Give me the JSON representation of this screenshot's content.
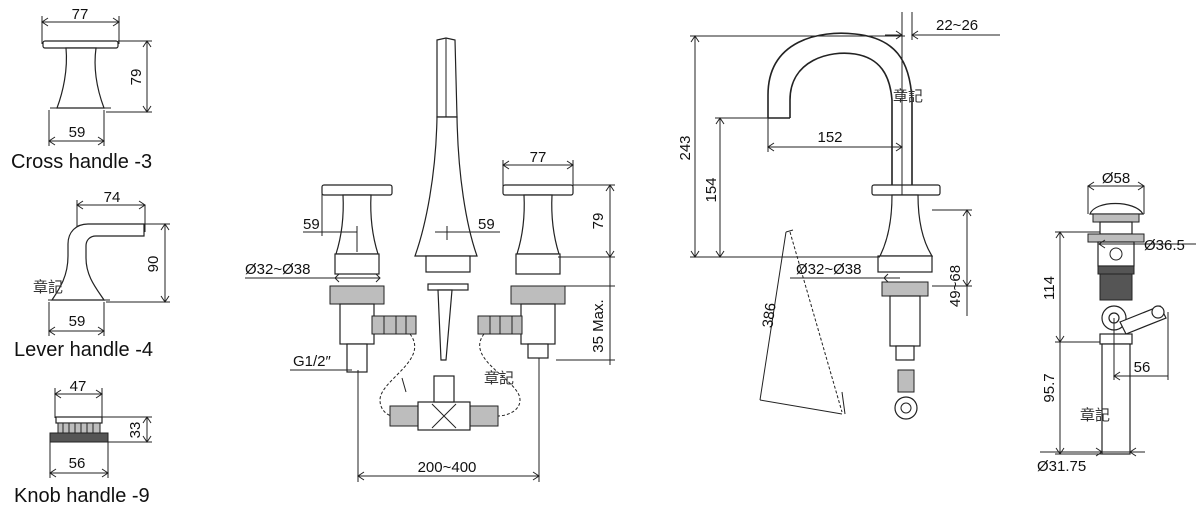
{
  "handles": {
    "cross": {
      "caption": "Cross handle -3",
      "width": "77",
      "height": "79",
      "base": "59"
    },
    "lever": {
      "caption": "Lever handle -4",
      "width": "74",
      "height": "90",
      "base": "59"
    },
    "knob": {
      "caption": "Knob handle -9",
      "width": "47",
      "height": "33",
      "base": "56"
    }
  },
  "front_view": {
    "handle_width": "77",
    "handle_height": "79",
    "base_left": "59",
    "base_spout": "59",
    "mount_diameter": "Ø32~Ø38",
    "connection": "G1/2″",
    "thickness": "35 Max.",
    "spread": "200~400"
  },
  "side_view": {
    "total_height": "243",
    "spout_height": "154",
    "reach": "152",
    "aerator": "22~26",
    "mount_diameter": "Ø32~Ø38",
    "deck_thickness": "49~68",
    "hose_length": "386"
  },
  "drain": {
    "cap_diameter": "Ø58",
    "flange_diameter": "Ø36.5",
    "height_upper": "114",
    "height_lower": "95.7",
    "offset": "56",
    "tail_diameter": "Ø31.75"
  },
  "watermark": "章記"
}
